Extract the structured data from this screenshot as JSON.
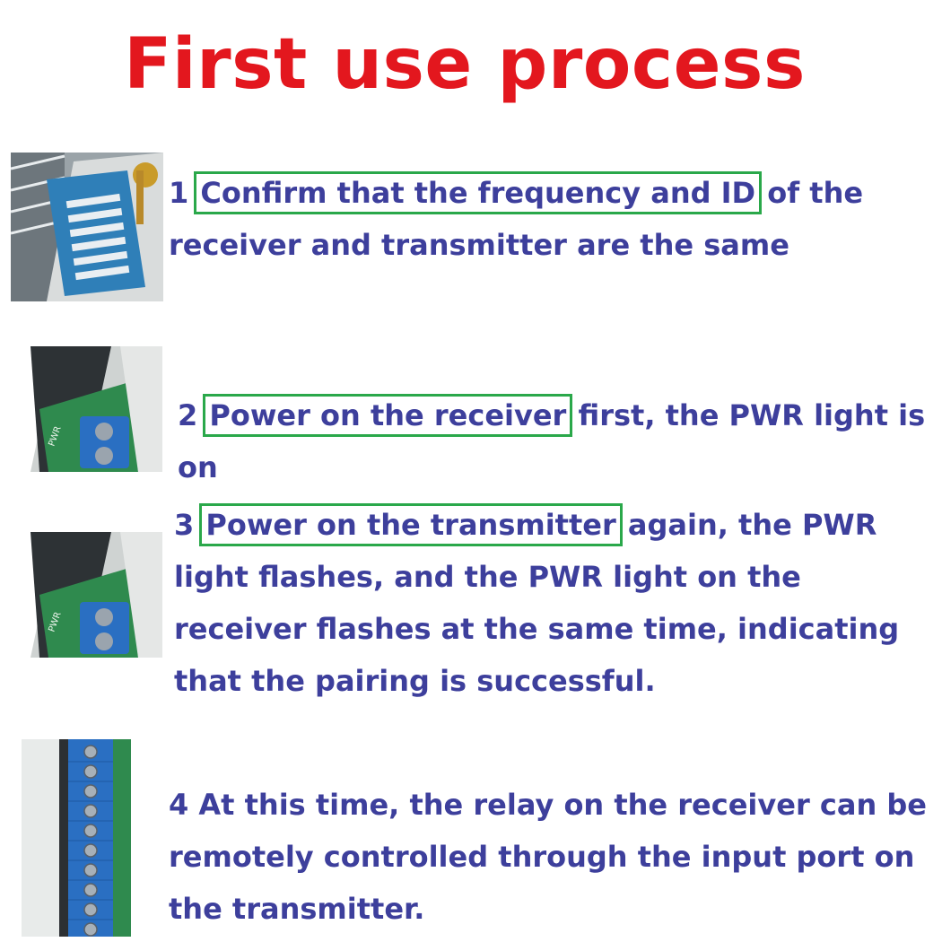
{
  "title": "First use process",
  "colors": {
    "title": "#e3171e",
    "step_text": "#3d3f9c",
    "highlight_box": "#2aa84a"
  },
  "steps": [
    {
      "number": "1",
      "highlight": "Confirm that the frequency and ID",
      "rest": " of the receiver and transmitter are the same",
      "photo": "dip-switch-photo"
    },
    {
      "number": "2",
      "highlight": "Power on the receiver",
      "rest": " first, the PWR light is on",
      "photo": "receiver-terminal-photo"
    },
    {
      "number": "3",
      "highlight": "Power on the transmitter",
      "rest": " again, the PWR light flashes, and the PWR light on the receiver flashes at the same time, indicating that the pairing is successful.",
      "photo": "transmitter-terminal-photo"
    },
    {
      "number": "4",
      "highlight": "",
      "rest": " At this time, the relay on the receiver can be remotely controlled through the input port on the transmitter.",
      "photo": "input-terminal-block-photo"
    }
  ]
}
